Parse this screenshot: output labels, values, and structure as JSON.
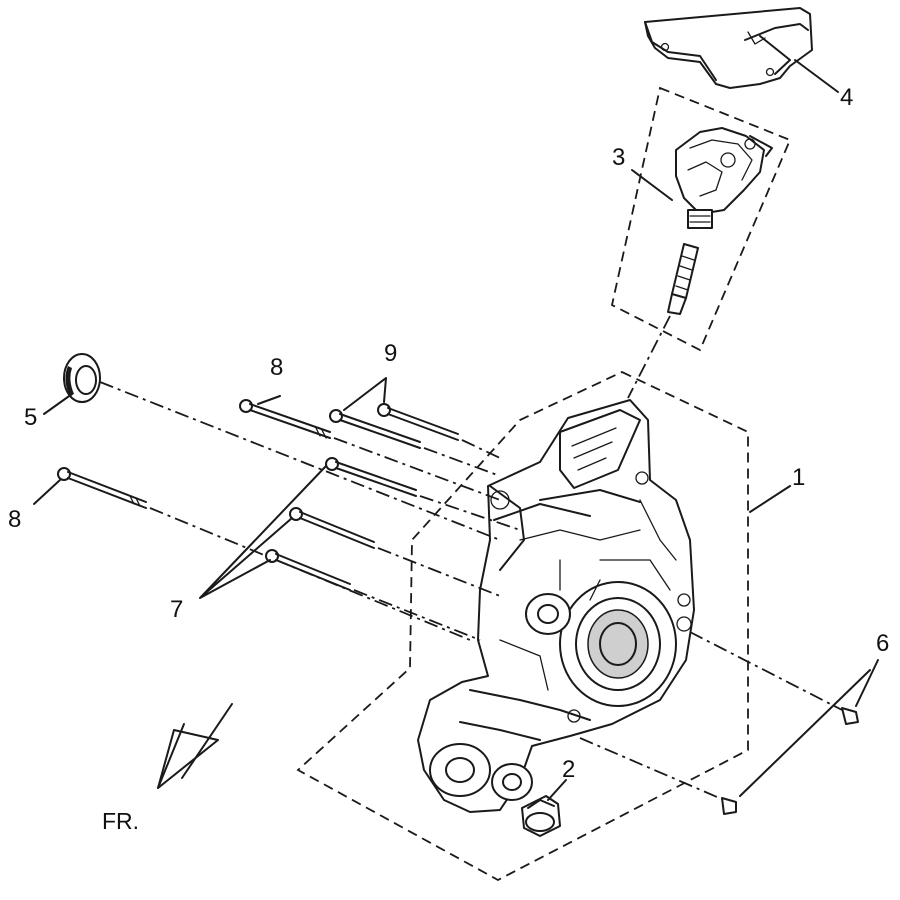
{
  "diagram": {
    "callouts": [
      {
        "id": "1",
        "label": "1"
      },
      {
        "id": "2",
        "label": "2"
      },
      {
        "id": "3",
        "label": "3"
      },
      {
        "id": "4",
        "label": "4"
      },
      {
        "id": "5",
        "label": "5"
      },
      {
        "id": "6",
        "label": "6"
      },
      {
        "id": "7",
        "label": "7"
      },
      {
        "id": "8a",
        "label": "8"
      },
      {
        "id": "8b",
        "label": "8"
      },
      {
        "id": "9",
        "label": "9"
      }
    ],
    "direction_label": "FR.",
    "colors": {
      "ink": "#1a1a1a",
      "background": "#ffffff"
    }
  }
}
